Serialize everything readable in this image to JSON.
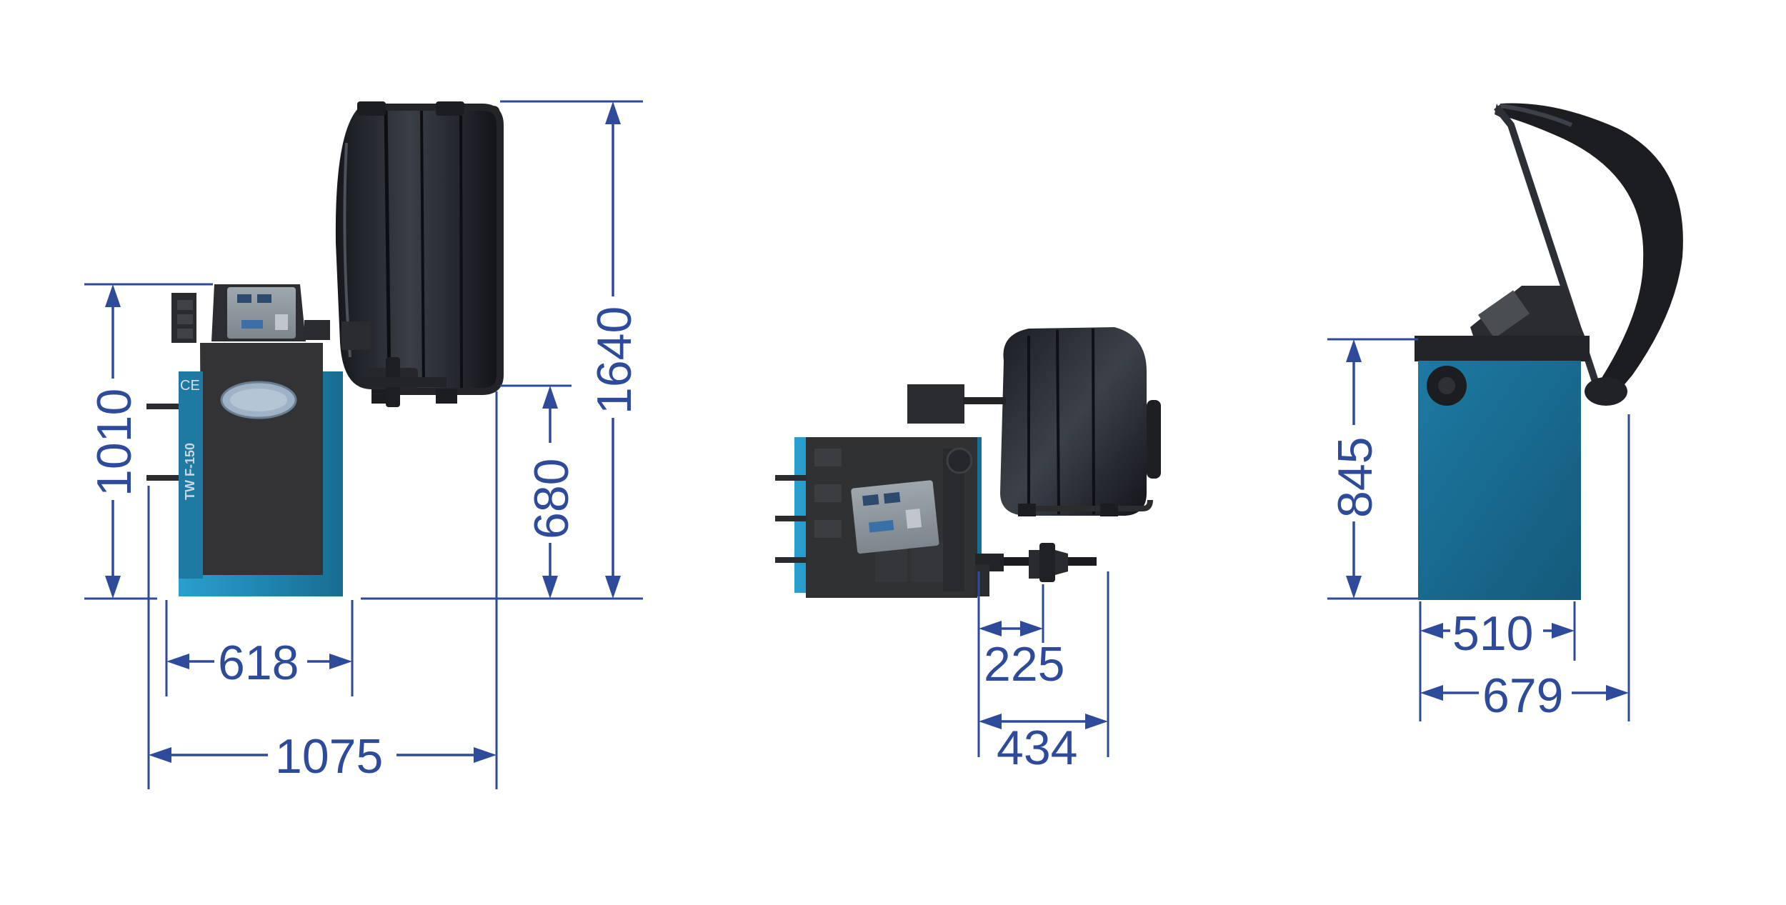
{
  "diagram": {
    "colors": {
      "dimension": "#2e4a9a",
      "cabinet_blue": "#1f7fa8",
      "body_dark": "#2f2f31",
      "tire_black": "#1a1c20",
      "background": "#ffffff"
    },
    "views": {
      "front": {
        "model_label": "TW F-150",
        "ce_mark": "CE",
        "dimensions": {
          "body_height": "1010",
          "shaft_height": "680",
          "total_height": "1640",
          "body_width": "618",
          "total_width": "1075"
        }
      },
      "top": {
        "dimensions": {
          "shaft_offset": "225",
          "shaft_length": "434"
        }
      },
      "side": {
        "dimensions": {
          "body_height": "845",
          "body_depth": "510",
          "total_depth": "679"
        }
      }
    }
  }
}
